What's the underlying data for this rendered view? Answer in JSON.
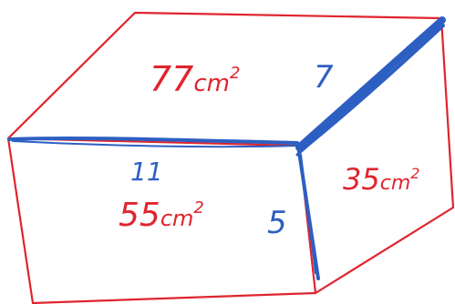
{
  "faces": {
    "top": {
      "area_value": "77",
      "area_unit": "cm",
      "area_exponent": "2"
    },
    "front": {
      "area_value": "55",
      "area_unit": "cm",
      "area_exponent": "2"
    },
    "side": {
      "area_value": "35",
      "area_unit": "cm",
      "area_exponent": "2"
    }
  },
  "edges": {
    "length": "11",
    "height": "5",
    "depth": "7"
  },
  "colors": {
    "outline": "#e0242e",
    "edge_highlight": "#2d5fc2",
    "area_text": "#e0242e",
    "edge_text": "#2d5fc2",
    "background": "#ffffff"
  }
}
